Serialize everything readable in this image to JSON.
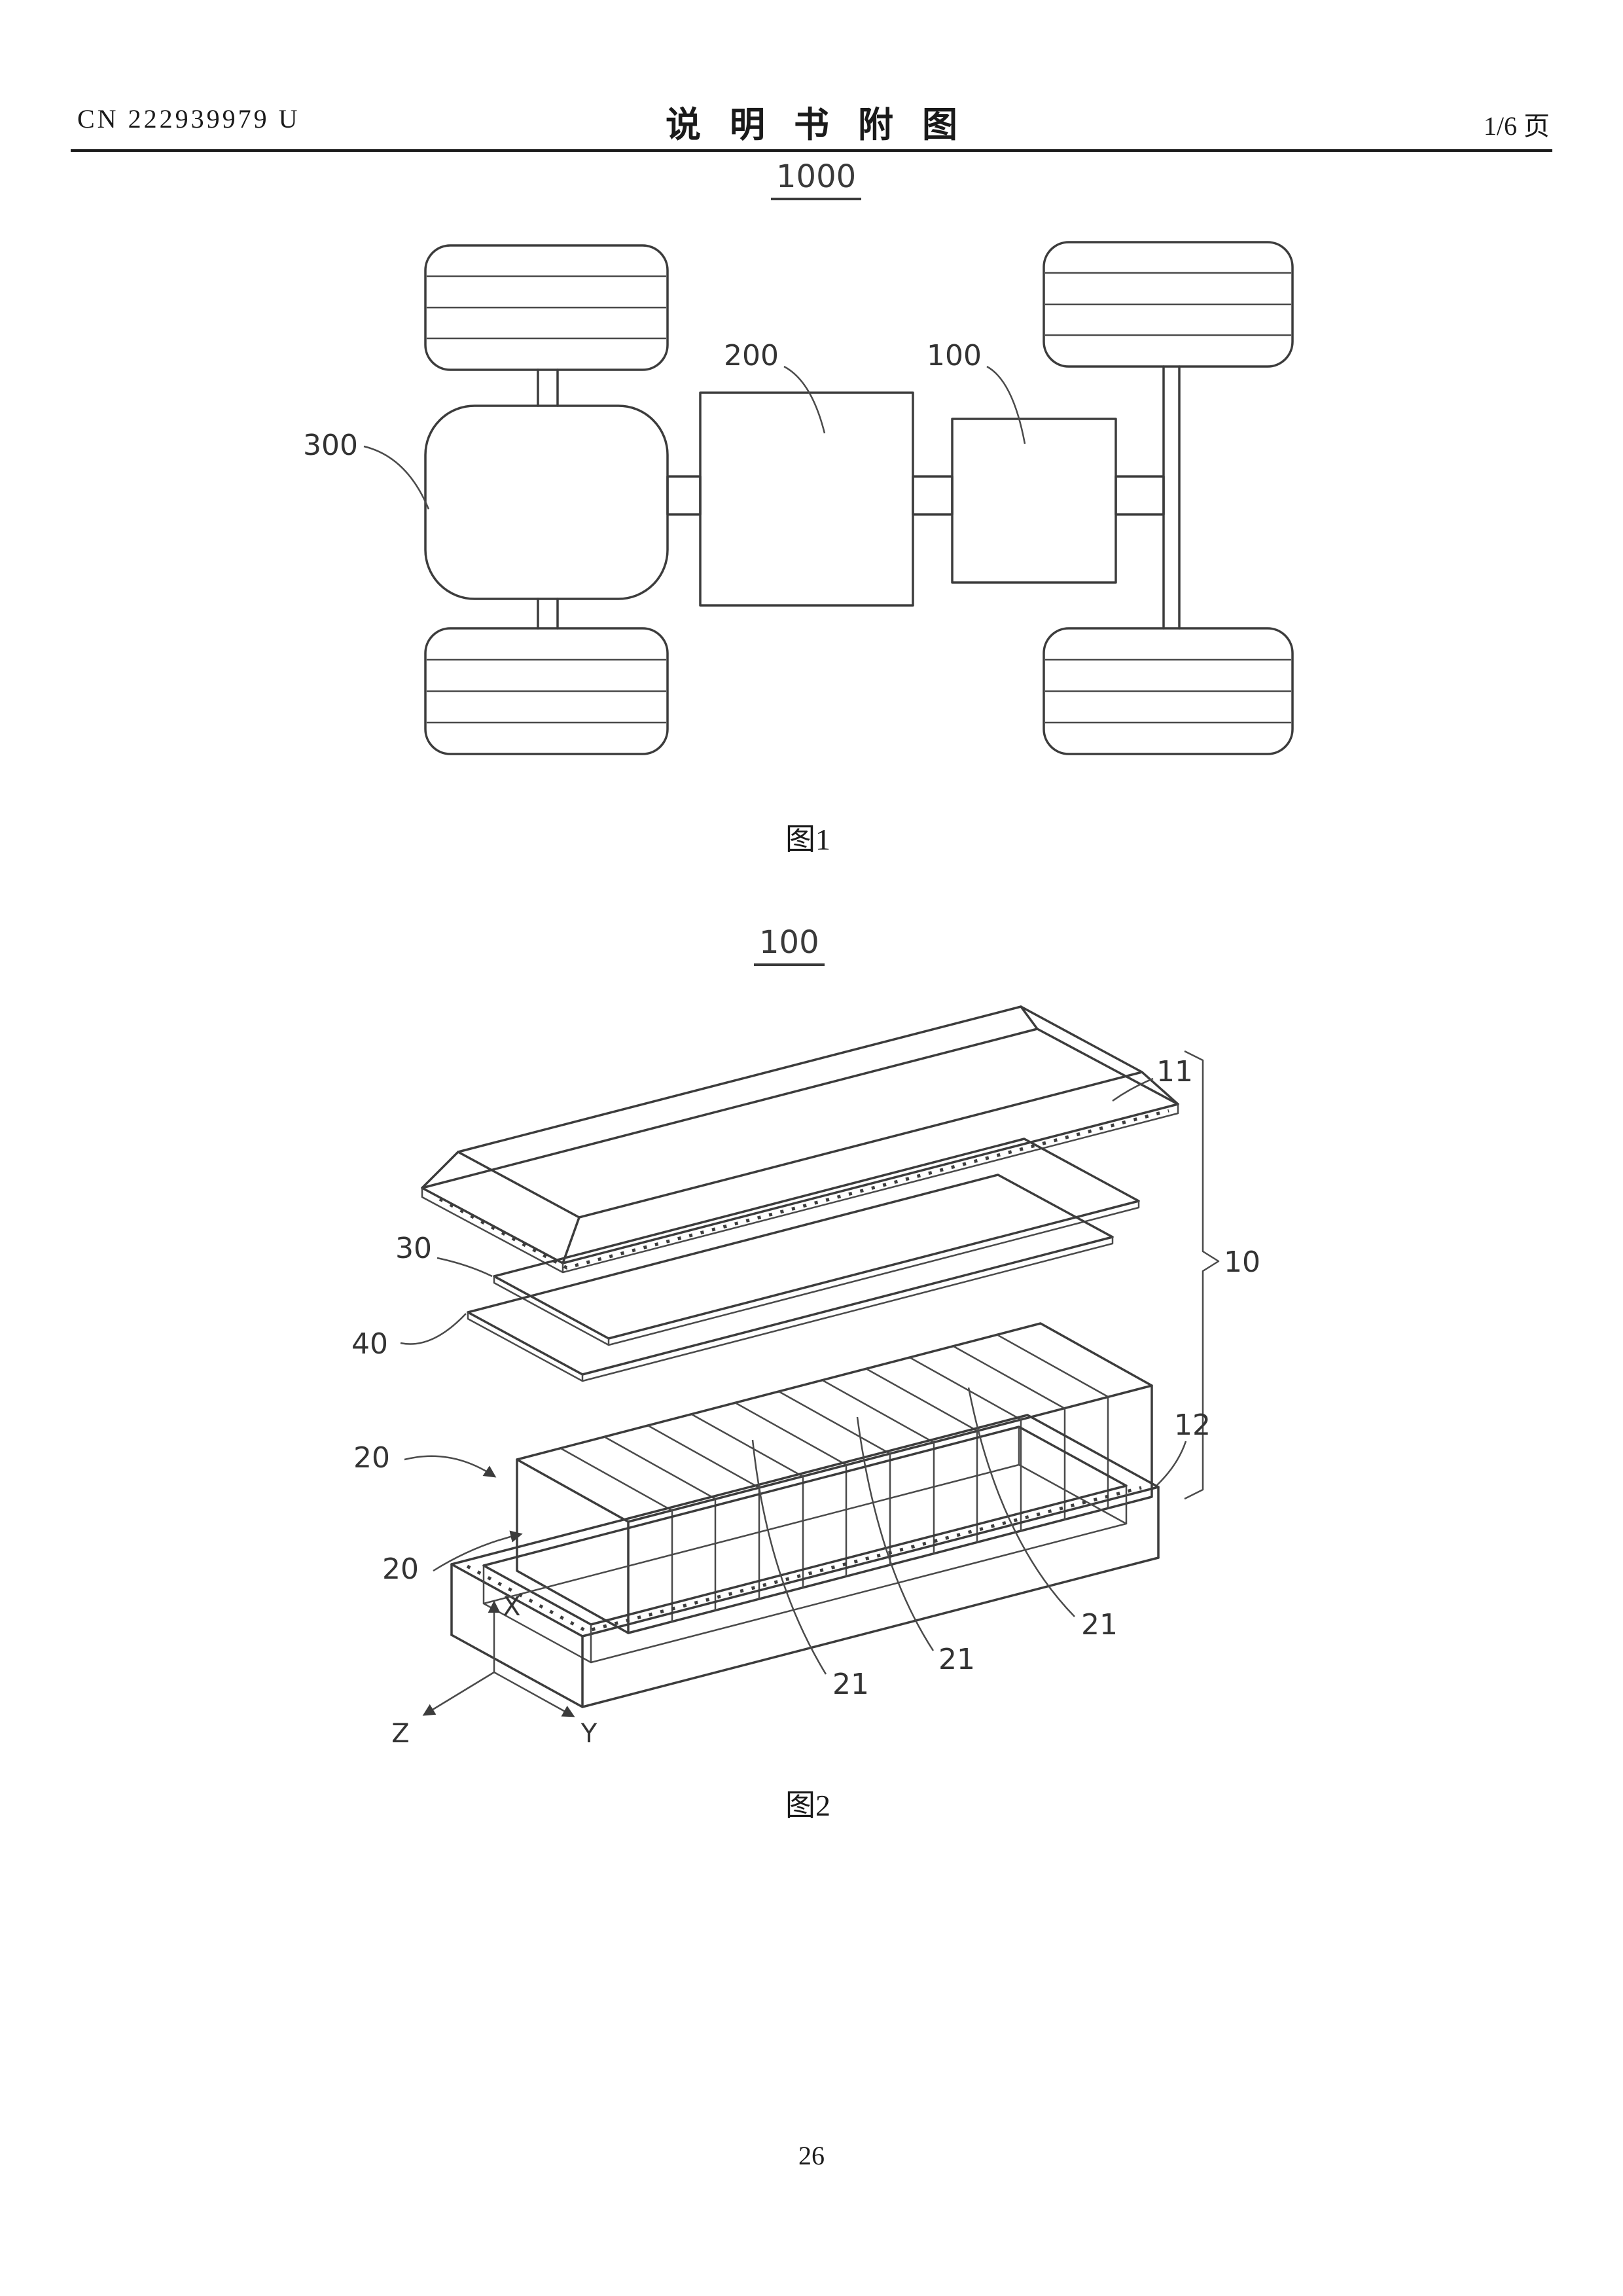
{
  "header": {
    "doc_number": "CN 222939979 U",
    "title": "说明书附图",
    "page_indicator": "1/6 页"
  },
  "figure1": {
    "number": "1000",
    "caption": "图1",
    "ref_300": "300",
    "ref_200": "200",
    "ref_100": "100"
  },
  "figure2": {
    "number": "100",
    "caption": "图2",
    "ref_11": "11",
    "ref_10": "10",
    "ref_30": "30",
    "ref_40": "40",
    "ref_20_upper": "20",
    "ref_20_lower": "20",
    "ref_12": "12",
    "ref_21_a": "21",
    "ref_21_b": "21",
    "ref_21_c": "21",
    "axis_x": "X",
    "axis_y": "Y",
    "axis_z": "Z"
  },
  "footer": {
    "page_number": "26"
  }
}
